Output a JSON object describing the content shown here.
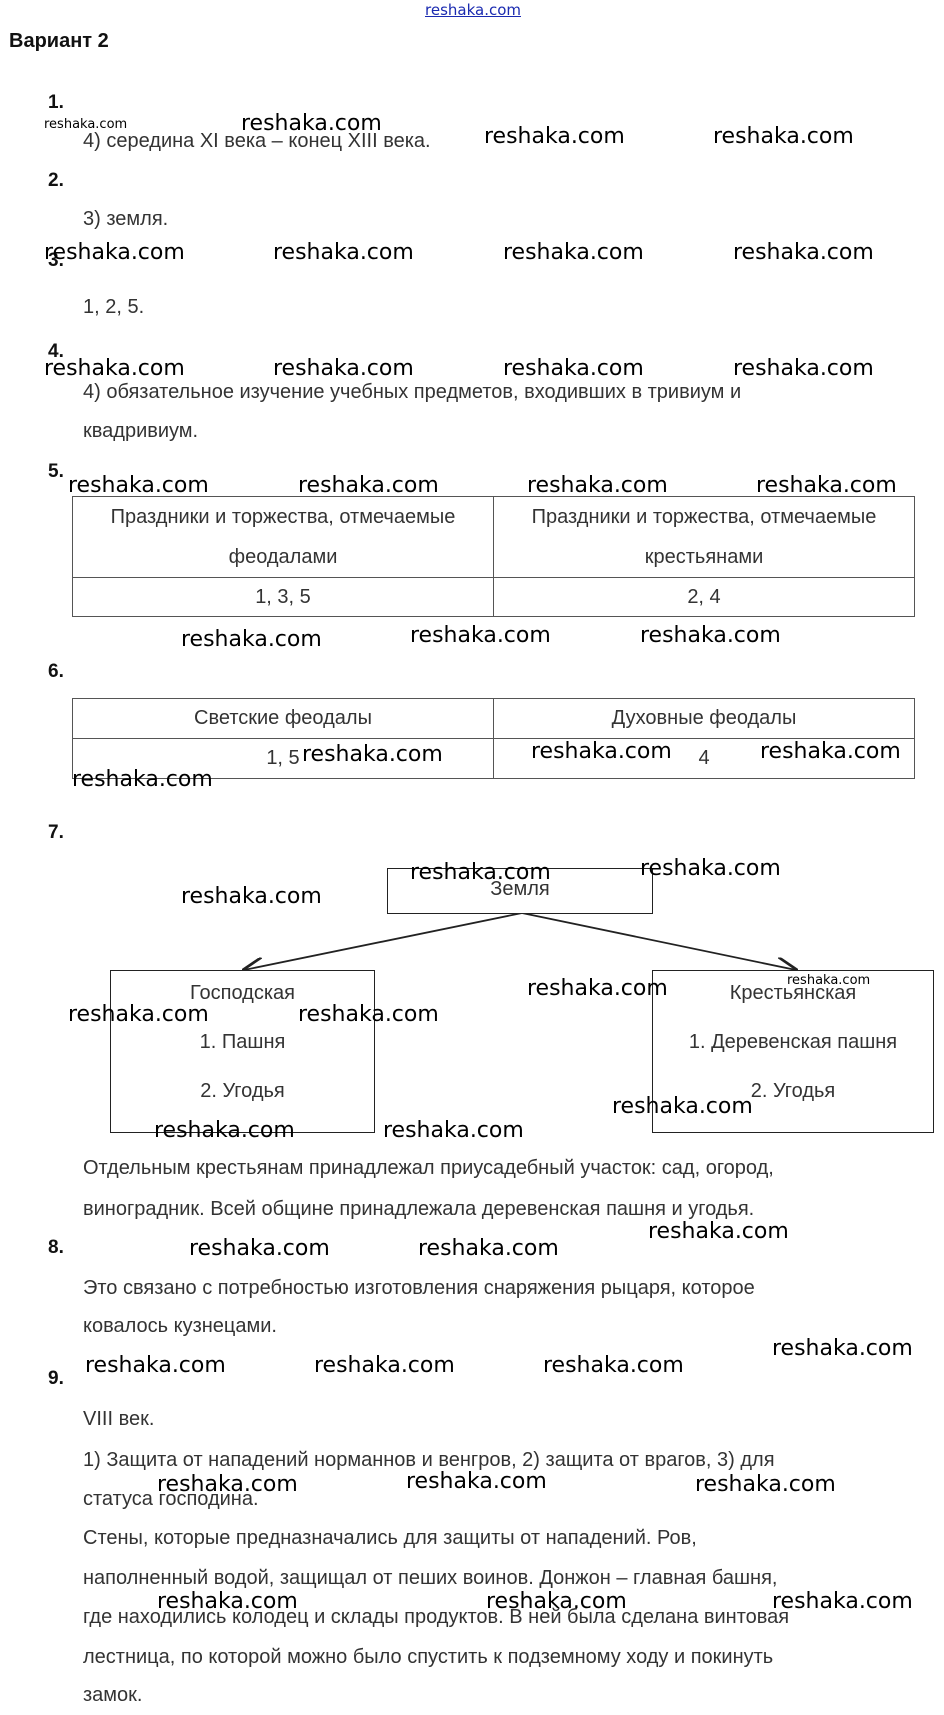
{
  "site_link": "reshaka.com",
  "heading": "Вариант 2",
  "watermark": "reshaka.com",
  "q1": {
    "num": "1.",
    "answer": "4) середина XI века – конец XIII века."
  },
  "q2": {
    "num": "2.",
    "answer": "3) земля."
  },
  "q3": {
    "num": "3.",
    "answer": "1, 2, 5."
  },
  "q4": {
    "num": "4.",
    "answer_line1": "4) обязательное изучение учебных предметов, входивших в тривиум и",
    "answer_line2": "квадривиум."
  },
  "q5": {
    "num": "5.",
    "col1_line1": "Праздники и торжества, отмечаемые",
    "col1_line2": "феодалами",
    "col2_line1": "Праздники и торжества, отмечаемые",
    "col2_line2": "крестьянами",
    "val1": "1, 3, 5",
    "val2": "2, 4"
  },
  "q6": {
    "num": "6.",
    "col1": "Светские феодалы",
    "col2": "Духовные феодалы",
    "val1": "1, 5",
    "val2": "4"
  },
  "q7": {
    "num": "7.",
    "root": "Земля",
    "left_title": "Господская",
    "left_item1": "1. Пашня",
    "left_item2": "2. Угодья",
    "right_title": "Крестьянская",
    "right_item1": "1. Деревенская пашня",
    "right_item2": "2. Угодья",
    "text_line1": "Отдельным крестьянам принадлежал приусадебный участок: сад, огород,",
    "text_line2": "виноградник. Всей общине принадлежала деревенская пашня и угодья."
  },
  "q8": {
    "num": "8.",
    "line1": "Это связано с потребностью изготовления снаряжения рыцаря, которое",
    "line2": "ковалось кузнецами."
  },
  "q9": {
    "num": "9.",
    "line1": "VIII век.",
    "line2": "1) Защита от нападений норманнов и венгров, 2) защита от врагов, 3) для",
    "line3": "статуса господина.",
    "line4": "Стены, которые предназначались для защиты от нападений. Ров,",
    "line5": "наполненный водой, защищал от пеших воинов. Донжон – главная башня,",
    "line6": "где находились колодец и склады продуктов. В ней была сделана винтовая",
    "line7": "лестница, по которой можно было спустить к подземному ходу и покинуть",
    "line8": "замок."
  }
}
